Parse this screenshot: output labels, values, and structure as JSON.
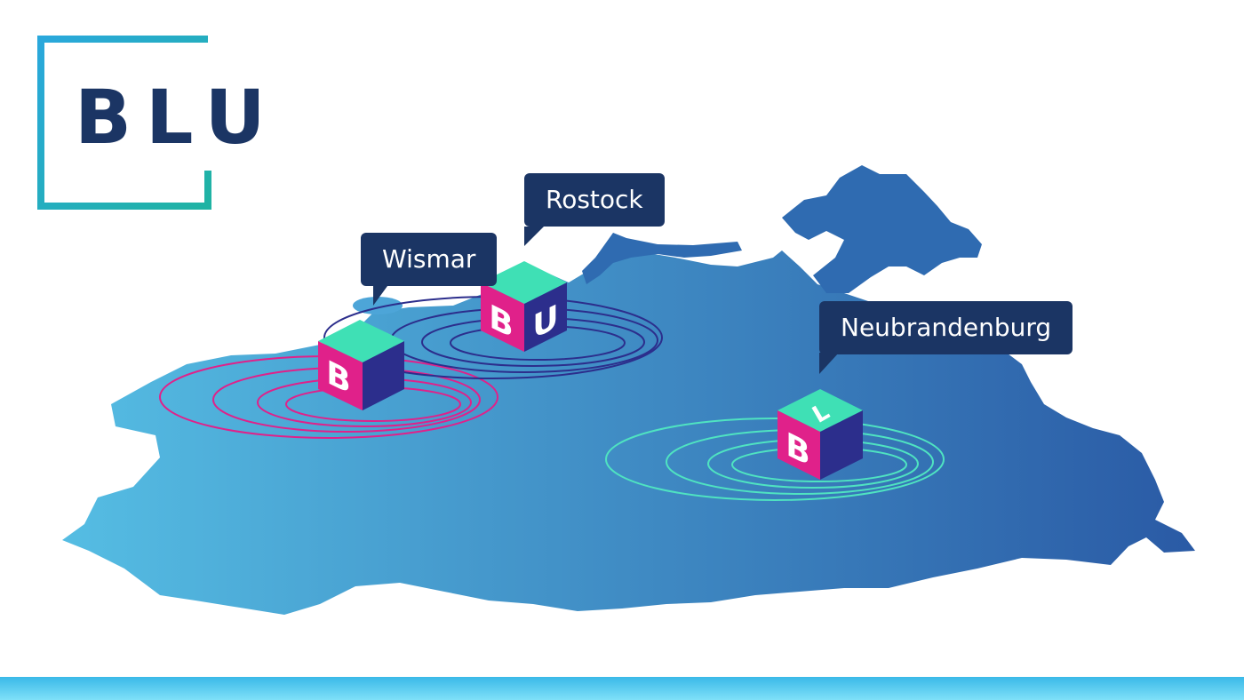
{
  "logo": {
    "text": "BLU",
    "text_color": "#1b3564",
    "frame_gradient": [
      "#2aa8dc",
      "#1fb3a3"
    ]
  },
  "map": {
    "gradient": [
      "#55bde3",
      "#2a5aa5"
    ],
    "locations": [
      {
        "id": "wismar",
        "label": "Wismar",
        "cube_front": "B",
        "cube_side": "",
        "cube_top": "",
        "ring_color": "#e0218a"
      },
      {
        "id": "rostock",
        "label": "Rostock",
        "cube_front": "B",
        "cube_side": "U",
        "cube_top": "",
        "ring_color": "#2c2e8c"
      },
      {
        "id": "neubrandenburg",
        "label": "Neubrandenburg",
        "cube_front": "B",
        "cube_side": "",
        "cube_top": "L",
        "ring_color": "#4fe3c1"
      }
    ]
  },
  "colors": {
    "bubble_bg": "#1b3564",
    "cube_top": "#3fe0b5",
    "cube_front": "#e0218a",
    "cube_side": "#2c2e8c",
    "footer": "#4cc4ee"
  }
}
